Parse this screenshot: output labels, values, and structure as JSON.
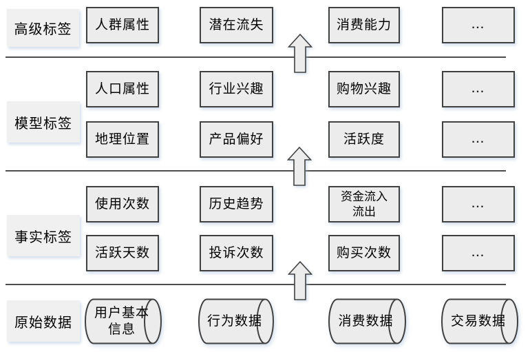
{
  "colors": {
    "box-fill": "#ececec",
    "box-border": "#404040",
    "label-fill": "#f0f0f0",
    "line-color": "#4d4d4d",
    "shadow": "rgba(176,196,222,0.55)"
  },
  "layers": {
    "advanced": {
      "label": "高级标签",
      "boxes": [
        "人群属性",
        "潜在流失",
        "消费能力",
        "..."
      ]
    },
    "model": {
      "label": "模型标签",
      "row1": [
        "人口属性",
        "行业兴趣",
        "购物兴趣",
        "..."
      ],
      "row2": [
        "地理位置",
        "产品偏好",
        "活跃度",
        "..."
      ]
    },
    "fact": {
      "label": "事实标签",
      "row1": [
        "使用次数",
        "历史趋势",
        "资金流入\n流出",
        "..."
      ],
      "row2": [
        "活跃天数",
        "投诉次数",
        "购买次数",
        "..."
      ]
    },
    "raw": {
      "label": "原始数据",
      "cylinders": [
        "用户基本\n信息",
        "行为数据",
        "消费数据",
        "交易数据"
      ]
    }
  }
}
